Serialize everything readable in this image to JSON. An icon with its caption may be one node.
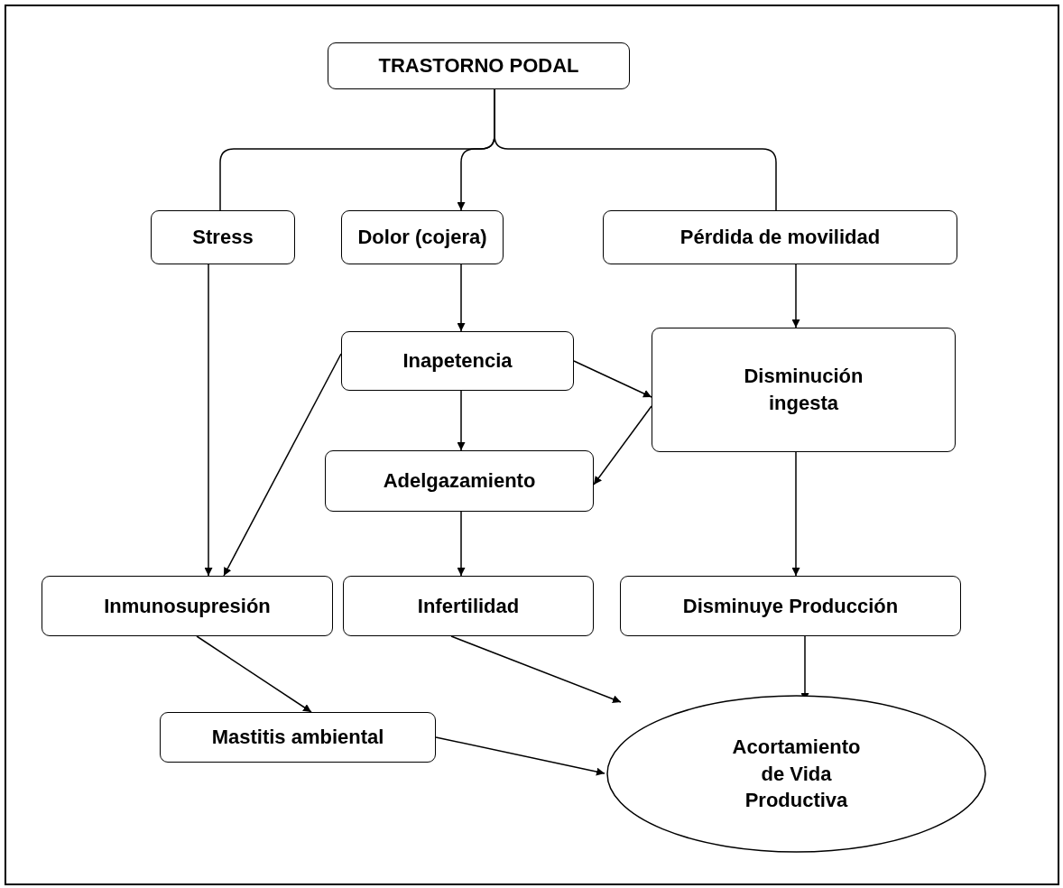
{
  "diagram": {
    "nodes": [
      {
        "text": [
          "TRASTORNO PODAL"
        ]
      },
      {
        "text": [
          "Stress"
        ]
      },
      {
        "text": [
          "Dolor (cojera)"
        ]
      },
      {
        "text": [
          "Pérdida de movilidad"
        ]
      },
      {
        "text": [
          "Inapetencia"
        ]
      },
      {
        "text": [
          "Disminución ingesta"
        ]
      },
      {
        "text": [
          "Adelgazamiento"
        ]
      },
      {
        "text": [
          "Inmunosupresión"
        ]
      },
      {
        "text": [
          "Infertilidad"
        ]
      },
      {
        "text": [
          "Disminuye Producción"
        ]
      },
      {
        "text": [
          "Mastitis ambiental"
        ]
      },
      {
        "text": [
          "Acortamiento de Vida Productiva"
        ]
      }
    ],
    "edges": [
      {
        "from": 0,
        "to": 1,
        "arrow": "none"
      },
      {
        "from": 0,
        "to": 2,
        "arrow": "to"
      },
      {
        "from": 0,
        "to": 3,
        "arrow": "none"
      },
      {
        "from": 1,
        "to": 7,
        "arrow": "to"
      },
      {
        "from": 2,
        "to": 4,
        "arrow": "to"
      },
      {
        "from": 3,
        "to": 5,
        "arrow": "to"
      },
      {
        "from": 4,
        "to": 5,
        "arrow": "to"
      },
      {
        "from": 4,
        "to": 6,
        "arrow": "to"
      },
      {
        "from": 4,
        "to": 7,
        "arrow": "to"
      },
      {
        "from": 5,
        "to": 6,
        "arrow": "to"
      },
      {
        "from": 6,
        "to": 8,
        "arrow": "to"
      },
      {
        "from": 5,
        "to": 9,
        "arrow": "to"
      },
      {
        "from": 7,
        "to": 10,
        "arrow": "to"
      },
      {
        "from": 8,
        "to": 11,
        "arrow": "to"
      },
      {
        "from": 9,
        "to": 11,
        "arrow": "to"
      },
      {
        "from": 10,
        "to": 11,
        "arrow": "to"
      }
    ]
  }
}
